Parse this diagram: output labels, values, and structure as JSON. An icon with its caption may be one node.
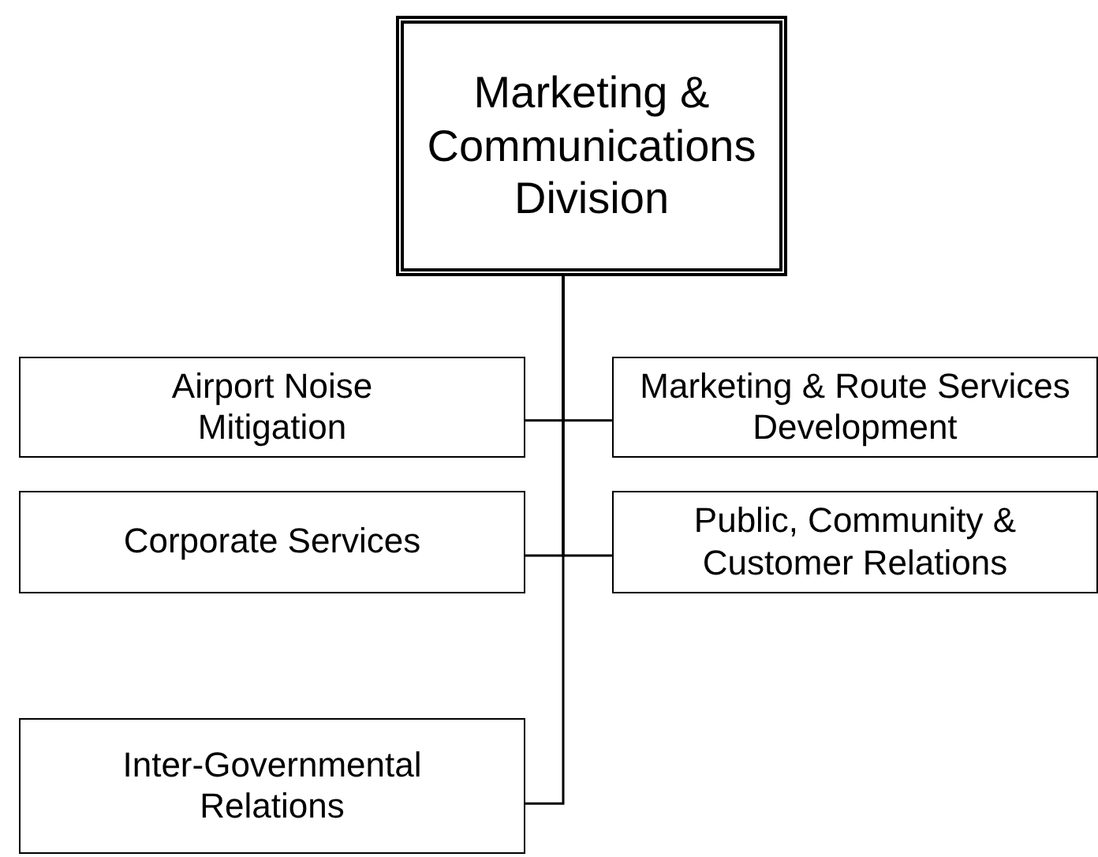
{
  "diagram": {
    "nodes": [
      {
        "text": [
          "Marketing & Communications Division"
        ]
      },
      {
        "text": [
          "Airport Noise Mitigation"
        ]
      },
      {
        "text": [
          "Marketing & Route Services Development"
        ]
      },
      {
        "text": [
          "Corporate Services"
        ]
      },
      {
        "text": [
          "Public, Community & Customer Relations"
        ]
      },
      {
        "text": [
          "Inter-Governmental Relations"
        ]
      }
    ],
    "edges": [
      {
        "from": 0,
        "to": 1,
        "arrow": "none"
      },
      {
        "from": 0,
        "to": 2,
        "arrow": "none"
      },
      {
        "from": 0,
        "to": 3,
        "arrow": "none"
      },
      {
        "from": 0,
        "to": 4,
        "arrow": "none"
      },
      {
        "from": 0,
        "to": 5,
        "arrow": "none"
      }
    ]
  }
}
